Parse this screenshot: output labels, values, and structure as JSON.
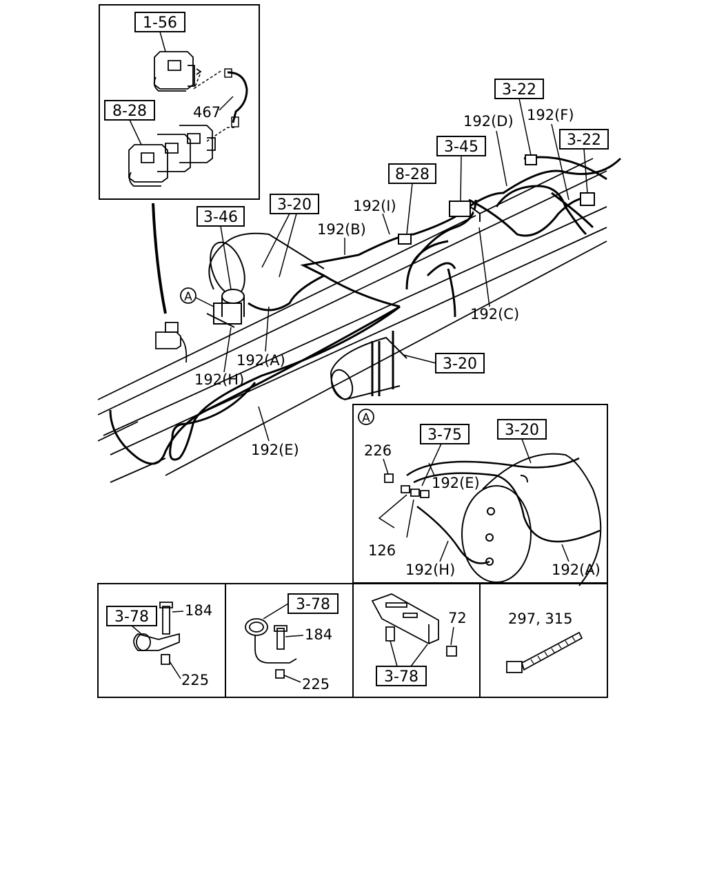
{
  "boxed_labels": {
    "b1_56": "1-56",
    "b8_28_inset": "8-28",
    "b3_46": "3-46",
    "b3_20_top": "3-20",
    "b8_28_main": "8-28",
    "b3_45": "3-45",
    "b3_22_top": "3-22",
    "b3_22_right": "3-22",
    "b3_20_mid": "3-20",
    "b3_75": "3-75",
    "b3_20_detail": "3-20",
    "b3_78_p1": "3-78",
    "b3_78_p2": "3-78",
    "b3_78_p3": "3-78"
  },
  "part_labels": {
    "p467": "467",
    "p192i": "192(I)",
    "p192b": "192(B)",
    "p192d": "192(D)",
    "p192f": "192(F)",
    "p192c": "192(C)",
    "p192a": "192(A)",
    "p192h": "192(H)",
    "p192e": "192(E)",
    "d226": "226",
    "d192e": "192(E)",
    "d126": "126",
    "d192h": "192(H)",
    "d192a": "192(A)",
    "q184_1": "184",
    "q225_1": "225",
    "q184_2": "184",
    "q225_2": "225",
    "q72": "72",
    "q297": "297, 315"
  },
  "callouts": {
    "a_main": "A",
    "a_detail": "A"
  }
}
